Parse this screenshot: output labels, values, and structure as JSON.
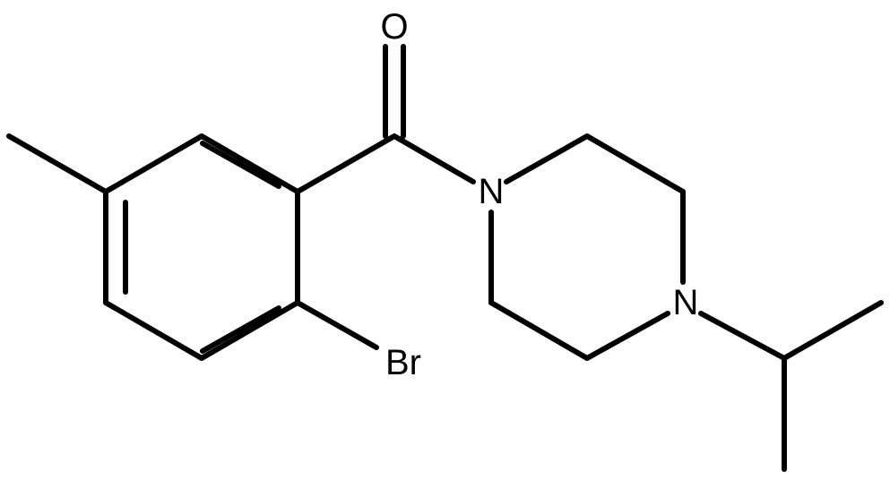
{
  "molecule": {
    "atoms": {
      "oxygen": "O",
      "nitrogen_amide": "N",
      "nitrogen_amine": "N",
      "bromine": "Br"
    },
    "colors": {
      "bond": "#000000",
      "label": "#000000",
      "background": "#ffffff"
    }
  }
}
